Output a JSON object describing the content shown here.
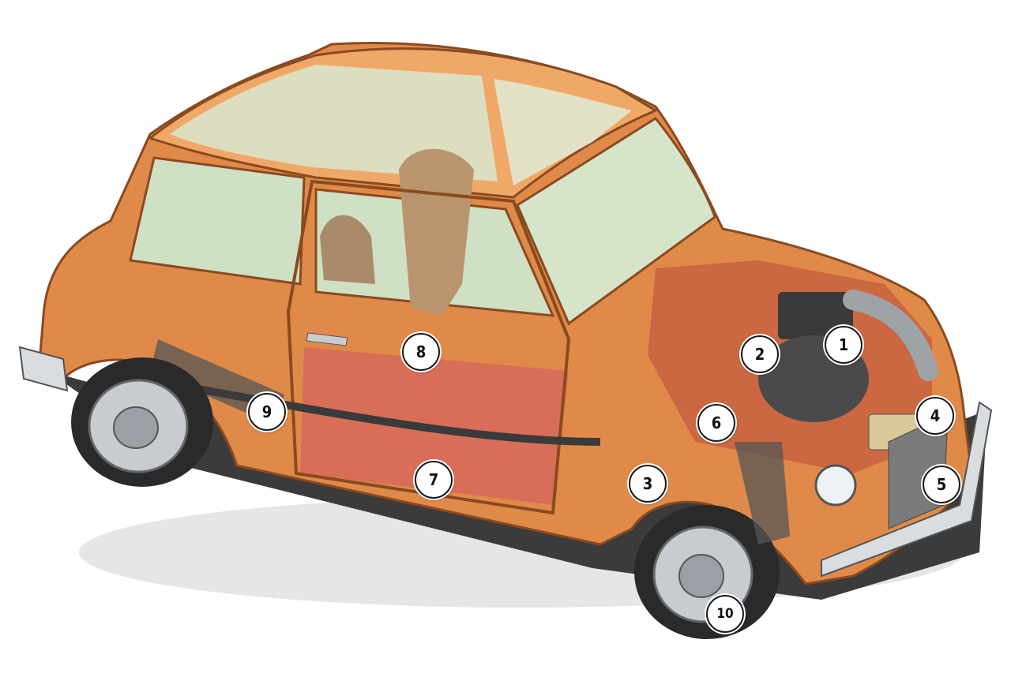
{
  "figure": {
    "subject": "Mini car cutaway illustration",
    "colors": {
      "body": "#e08a4a",
      "body_dark": "#b8602a",
      "glass": "#cfe0c4",
      "interior": "#c94a3e",
      "tyre": "#2a2a2a",
      "hub": "#c8ccd0",
      "chrome": "#d9dde0",
      "engine": "#3a3a3a"
    }
  },
  "callouts": [
    {
      "id": "1",
      "label": "1"
    },
    {
      "id": "2",
      "label": "2"
    },
    {
      "id": "3",
      "label": "3"
    },
    {
      "id": "4",
      "label": "4"
    },
    {
      "id": "5",
      "label": "5"
    },
    {
      "id": "6",
      "label": "6"
    },
    {
      "id": "7",
      "label": "7"
    },
    {
      "id": "8",
      "label": "8"
    },
    {
      "id": "9",
      "label": "9"
    },
    {
      "id": "10",
      "label": "10"
    }
  ]
}
